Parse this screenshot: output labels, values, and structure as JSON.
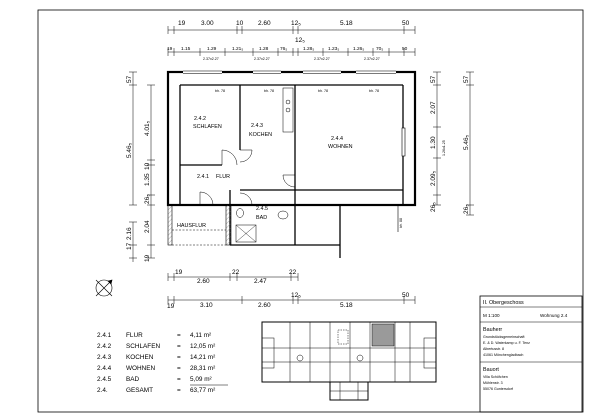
{
  "dims_top": {
    "row1": [
      "19",
      "3.00",
      "10",
      "2.60",
      "12₅",
      "5.18",
      "50"
    ],
    "row2": [
      "19",
      "1.15",
      "1.29",
      "1.21₅",
      "1.28",
      "76₅",
      "1.28₅",
      "1.23₅",
      "1.26₅",
      "70₅",
      "50"
    ],
    "row2_mid": "12₅",
    "sub": [
      "2.37x2.27",
      "2.37x2.27",
      "2.37x2.27",
      "2.37x2.27"
    ]
  },
  "dims_left_outer": [
    "57",
    "5.46₅"
  ],
  "dims_left_inner": [
    "4.01₅",
    "10",
    "1.35",
    "26₅",
    "2.04"
  ],
  "dims_left_bottom": [
    "17",
    "2.16",
    "19"
  ],
  "dims_right_inner": [
    "57",
    "2.07",
    "1.30",
    "1.26x1.25",
    "2.09₅",
    "26₅"
  ],
  "dims_right_outer": [
    "57",
    "5.46₅",
    "26₅"
  ],
  "dims_bottom": {
    "row1": [
      "19",
      "2.60",
      "22",
      "2.47",
      "22"
    ],
    "row2": [
      "19",
      "3.10",
      "2.60",
      "12₅",
      "5.18",
      "50"
    ]
  },
  "rooms": {
    "schlafen": {
      "num": "2.4.2",
      "name": "SCHLAFEN"
    },
    "kochen": {
      "num": "2.4.3",
      "name": "KOCHEN"
    },
    "wohnen": {
      "num": "2.4.4",
      "name": "WOHNEN"
    },
    "flur": {
      "num": "2.4.1",
      "name": "FLUR"
    },
    "bad": {
      "num": "2.4.5",
      "name": "BAD"
    },
    "hausflur": {
      "name": "HAUSFLUR"
    }
  },
  "window_labels": [
    "bh. 78",
    "bh. 78",
    "bh. 78",
    "bh. 78",
    "bh. 88"
  ],
  "area_table": [
    {
      "num": "2.4.1",
      "name": "FLUR",
      "eq": "=",
      "value": "4,11 m²"
    },
    {
      "num": "2.4.2",
      "name": "SCHLAFEN",
      "eq": "=",
      "value": "12,05 m²"
    },
    {
      "num": "2.4.3",
      "name": "KOCHEN",
      "eq": "=",
      "value": "14,21 m²"
    },
    {
      "num": "2.4.4",
      "name": "WOHNEN",
      "eq": "=",
      "value": "28,31 m²"
    },
    {
      "num": "2.4.5",
      "name": "BAD",
      "eq": "=",
      "value": "5,09 m²"
    },
    {
      "num": "2.4.",
      "name": "GESAMT",
      "eq": "=",
      "value": "63,77 m²"
    }
  ],
  "title_block": {
    "title": "II. Obergeschoss",
    "scale": "M 1:100",
    "unit": "Wohnung 2.4",
    "owner_heading": "Bauherr",
    "owner_lines": [
      "Grundstücksgemeinschaft",
      "E. & D. Waterkamp u. F. Tenz",
      "Albertusstr. 8",
      "41061 Mönchengladbach"
    ],
    "project_heading": "Bauort",
    "project_lines": [
      "Villa Schöfchen",
      "Mühlenstr. 3",
      "55076 Guntersdorf"
    ]
  },
  "colors": {
    "line": "#000000",
    "hatch": "#777777",
    "highlight": "#9a9a9a"
  }
}
